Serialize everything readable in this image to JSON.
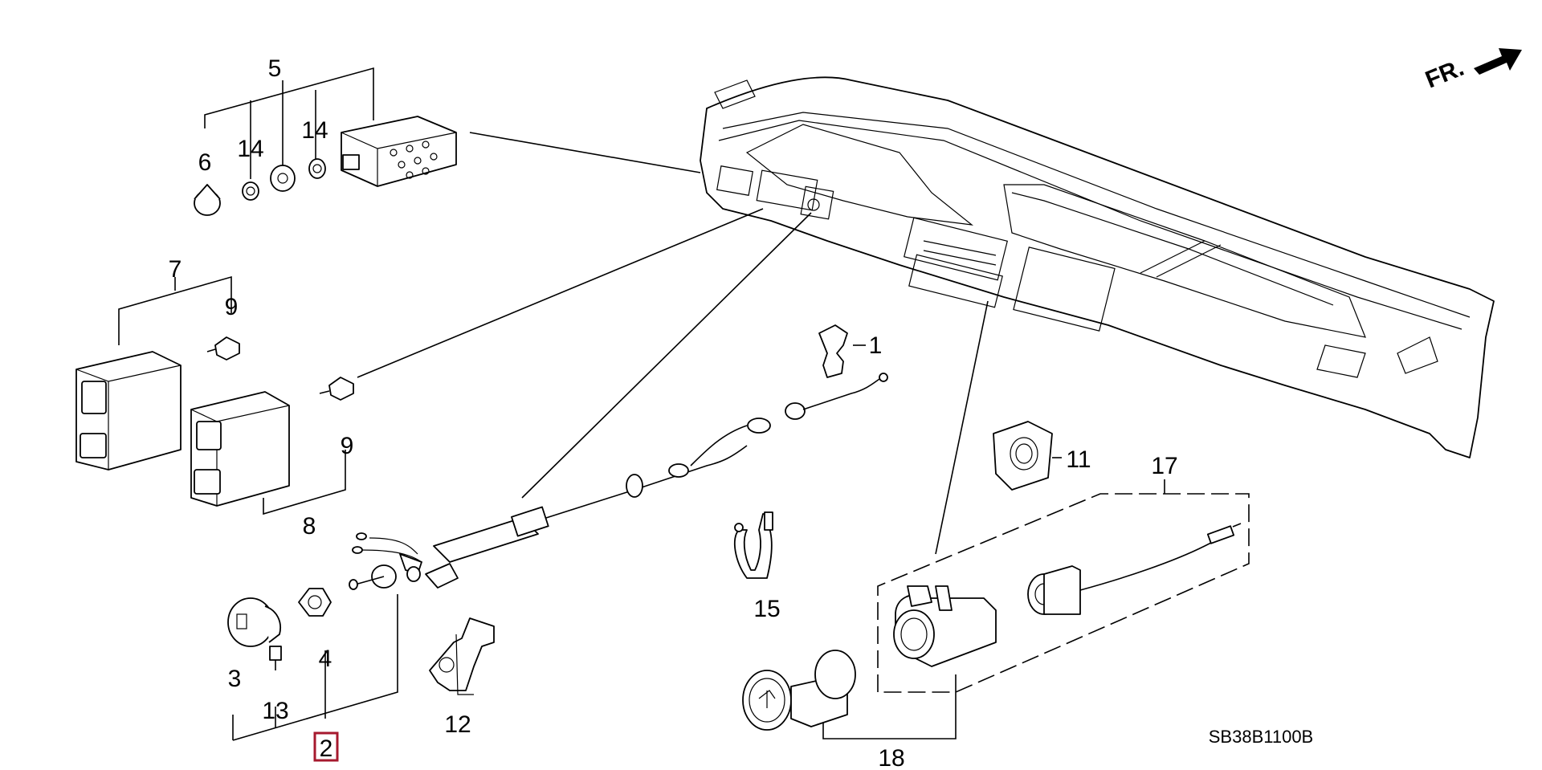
{
  "diagram": {
    "direction_label": "FR.",
    "diagram_code": "SB38B1100B",
    "highlight_color": "#a6192e",
    "parts": [
      {
        "id": "1",
        "label": "1"
      },
      {
        "id": "2",
        "label": "2",
        "highlighted": true
      },
      {
        "id": "3",
        "label": "3"
      },
      {
        "id": "4",
        "label": "4"
      },
      {
        "id": "5",
        "label": "5"
      },
      {
        "id": "6",
        "label": "6"
      },
      {
        "id": "7",
        "label": "7"
      },
      {
        "id": "8",
        "label": "8"
      },
      {
        "id": "9a",
        "label": "9"
      },
      {
        "id": "9b",
        "label": "9"
      },
      {
        "id": "11",
        "label": "11"
      },
      {
        "id": "12",
        "label": "12"
      },
      {
        "id": "13",
        "label": "13"
      },
      {
        "id": "14a",
        "label": "14"
      },
      {
        "id": "14b",
        "label": "14"
      },
      {
        "id": "15",
        "label": "15"
      },
      {
        "id": "17",
        "label": "17"
      },
      {
        "id": "18",
        "label": "18"
      }
    ]
  }
}
